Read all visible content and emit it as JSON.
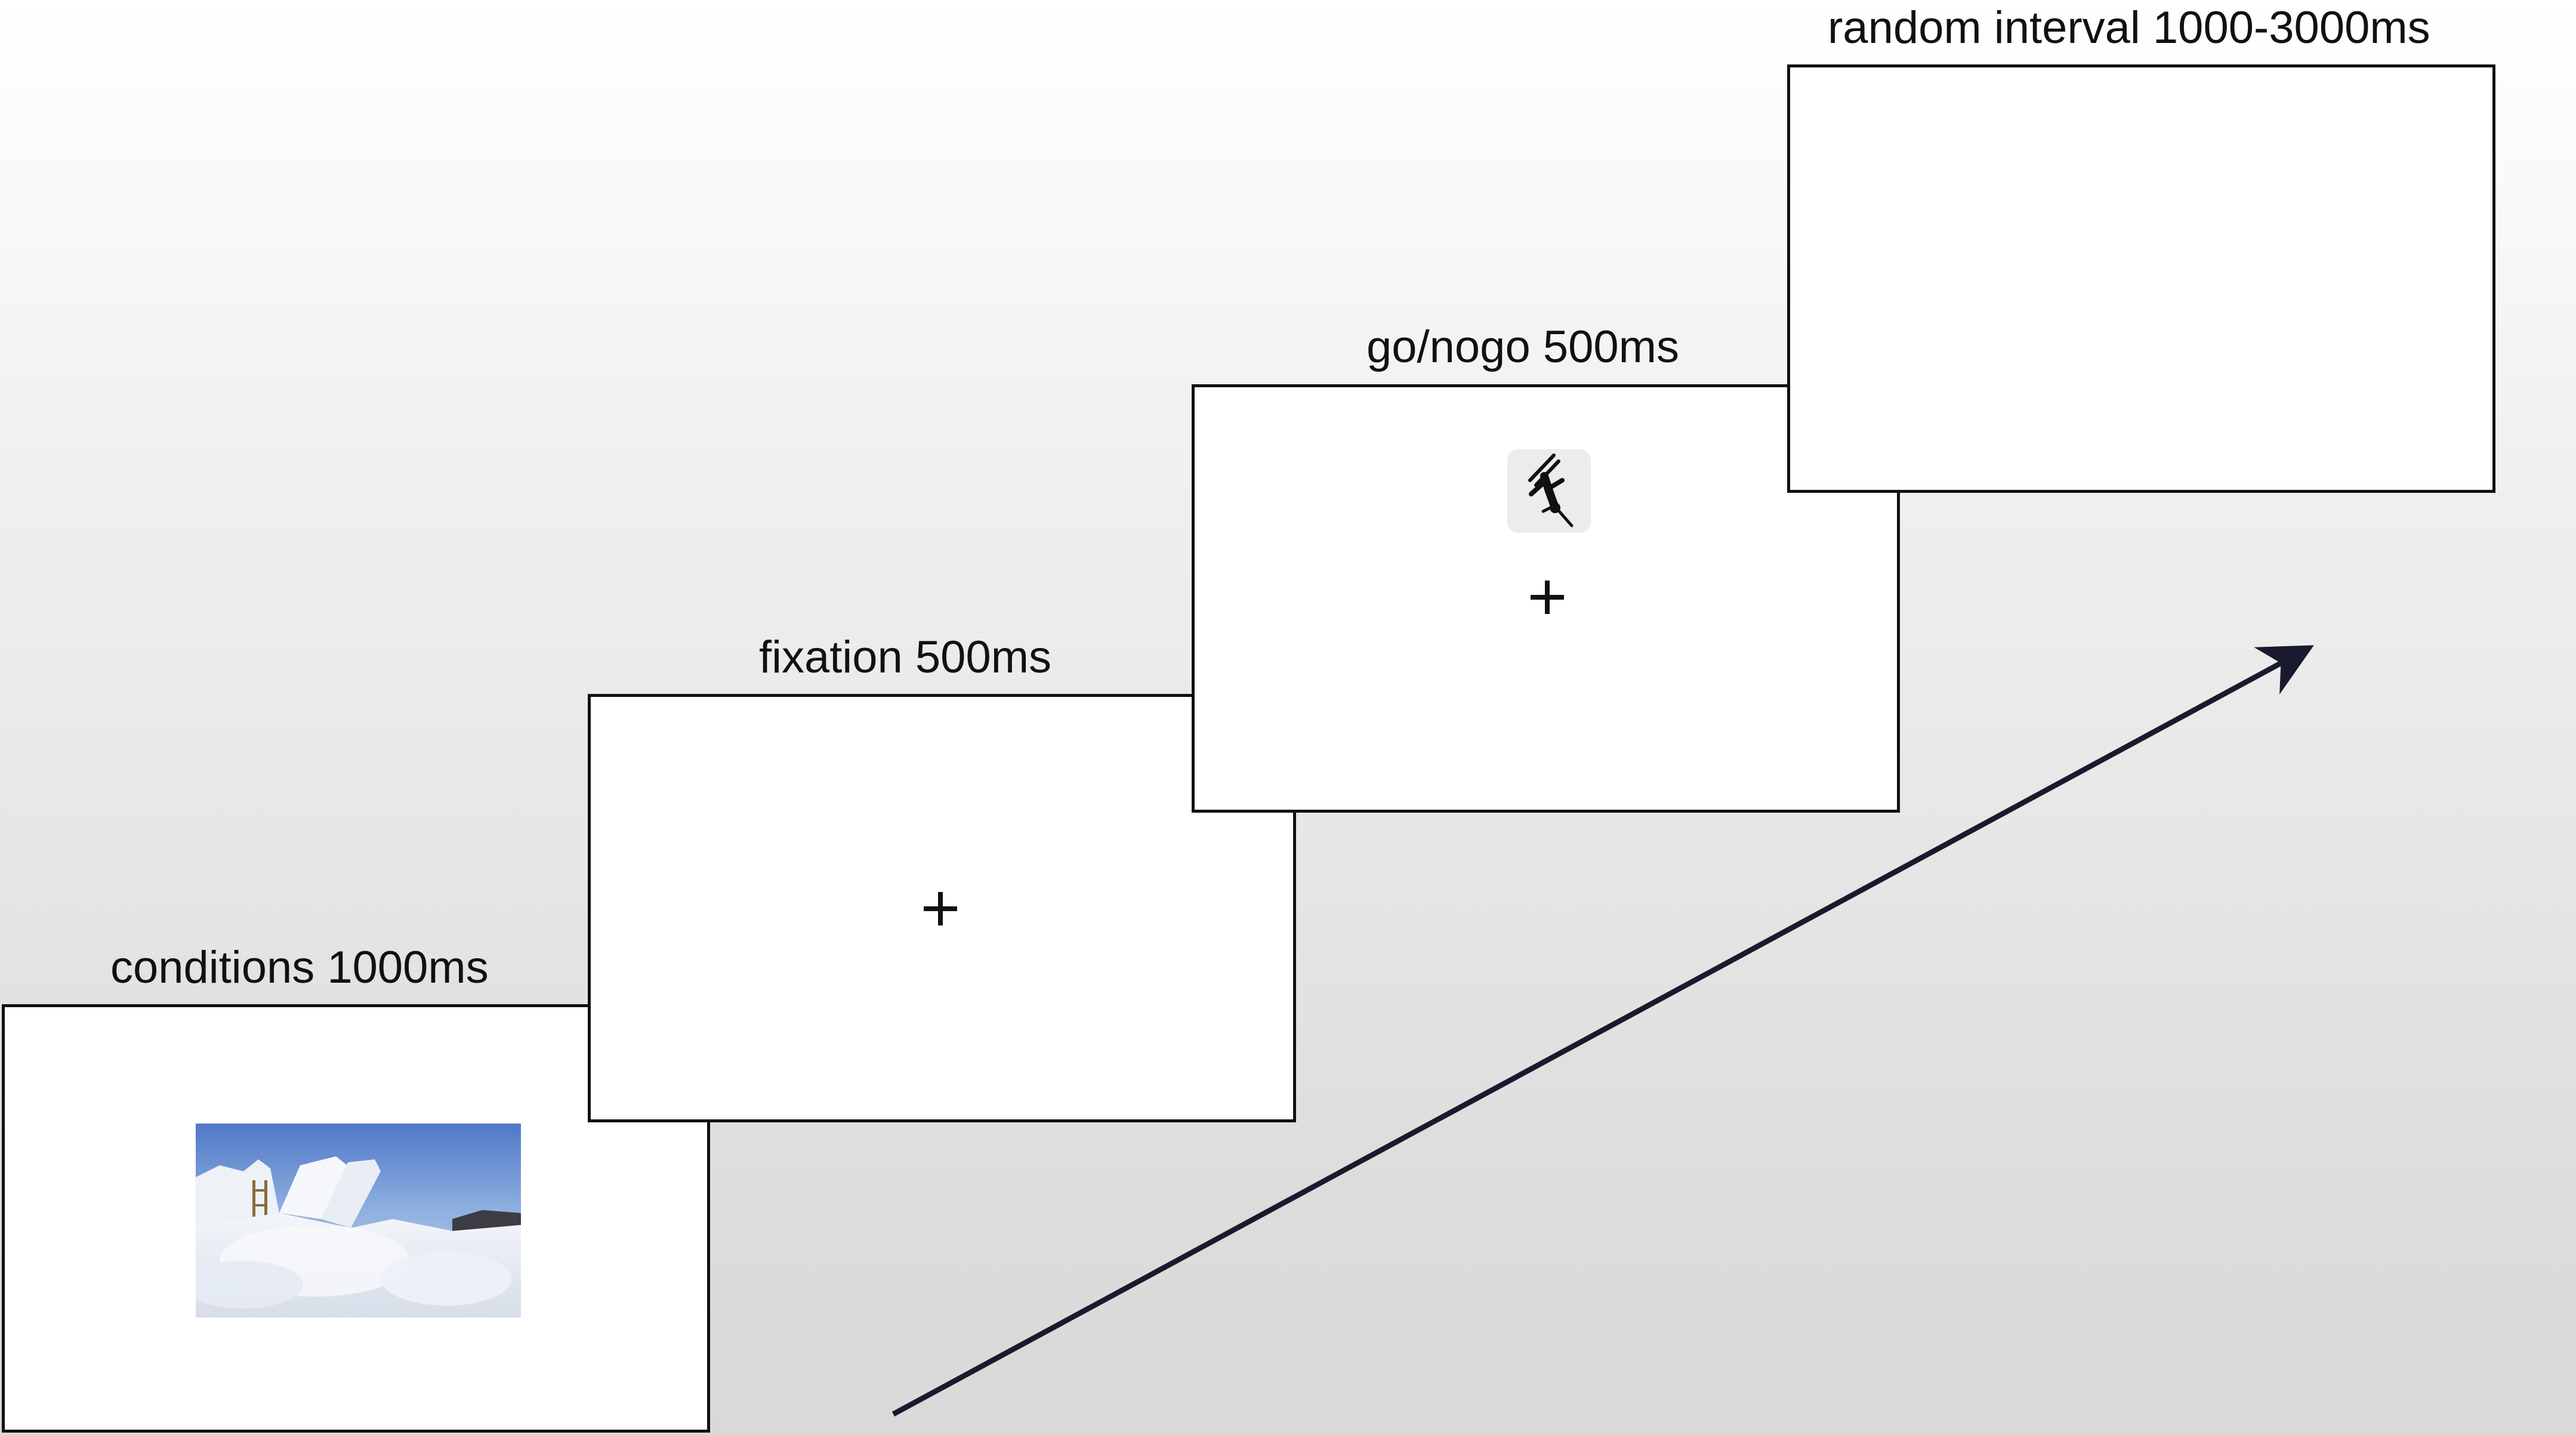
{
  "stages": [
    {
      "label": "conditions 1000ms"
    },
    {
      "label": "fixation 500ms",
      "fixation_mark": "+"
    },
    {
      "label": "go/nogo 500ms",
      "fixation_mark": "+"
    },
    {
      "label": "random interval 1000-3000ms"
    }
  ],
  "icons": {
    "condition_image": "snow-ski-jump-photo",
    "go_nogo_stimulus": "aerial-skier-icon",
    "time_arrow": "arrow-icon"
  },
  "colors": {
    "frame_border": "#111111",
    "arrow": "#1a1a2e"
  }
}
